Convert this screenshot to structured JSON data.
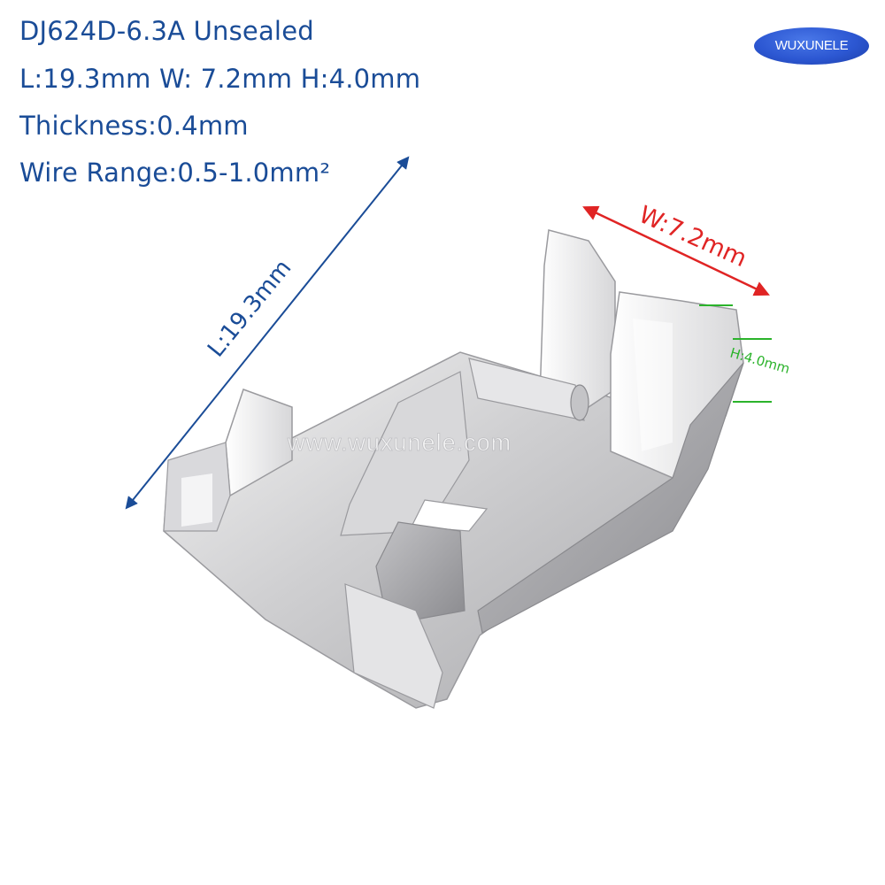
{
  "specs": {
    "title": "DJ624D-6.3A Unsealed",
    "dimensions": "L:19.3mm W: 7.2mm H:4.0mm",
    "thickness": "Thickness:0.4mm",
    "wire_range": "Wire Range:0.5-1.0mm²"
  },
  "logo": {
    "text": "WUXUNELE",
    "color": "#2c57d2"
  },
  "annotations": {
    "length_label": "L:19.3mm",
    "width_label": "W:7.2mm",
    "height_label": "H:4.0mm"
  },
  "watermark": "www.wuxunele.com",
  "colors": {
    "length_arrow": "#1a4c97",
    "width_arrow": "#e02424",
    "height_marker": "#2bb32b"
  }
}
